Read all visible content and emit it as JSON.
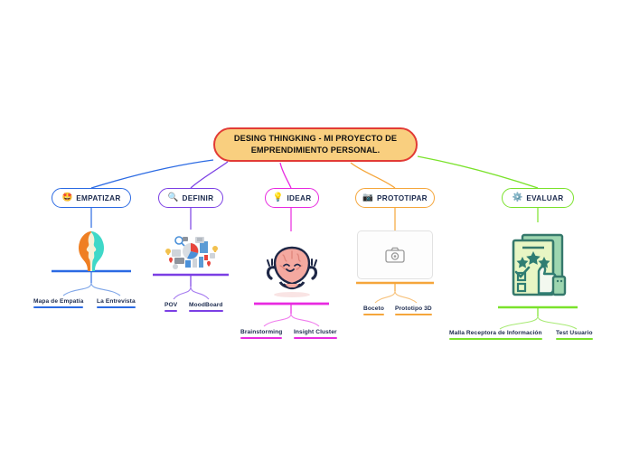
{
  "diagram": {
    "type": "mind-map",
    "background": "#ffffff",
    "root": {
      "label": "DESING THINGKING - MI PROYECTO DE EMPRENDIMIENTO PERSONAL.",
      "fill": "#f9cf7f",
      "border": "#e23b35",
      "text_color": "#101010"
    },
    "branches": [
      {
        "id": "empatizar",
        "label": "EMPATIZAR",
        "emoji": "🤩",
        "icon_name": "star-struck-emoji",
        "color": "#2b6ae3",
        "image_name": "empathy-two-faces-illustration",
        "leaves": [
          {
            "label": "Mapa de Empatía"
          },
          {
            "label": "La Entrevista"
          }
        ]
      },
      {
        "id": "definir",
        "label": "DEFINIR",
        "emoji": "🔍",
        "icon_name": "magnifier-emoji",
        "color": "#7b3fe4",
        "image_name": "data-analytics-collage-illustration",
        "leaves": [
          {
            "label": "POV"
          },
          {
            "label": "MoodBoard"
          }
        ]
      },
      {
        "id": "idear",
        "label": "IDEAR",
        "emoji": "💡",
        "icon_name": "lightbulb-emoji",
        "color": "#e82ae0",
        "image_name": "meditating-brain-illustration",
        "leaves": [
          {
            "label": "Brainstorming"
          },
          {
            "label": "Insight Cluster"
          }
        ]
      },
      {
        "id": "prototipar",
        "label": "PROTOTIPAR",
        "emoji": "📷",
        "icon_name": "camera-emoji",
        "color": "#f5a63b",
        "image_name": "broken-image-placeholder",
        "placeholder_icon": "camera-icon",
        "leaves": [
          {
            "label": "Boceto"
          },
          {
            "label": "Prototipo 3D"
          }
        ]
      },
      {
        "id": "evaluar",
        "label": "EVALUAR",
        "emoji": "⚙️",
        "icon_name": "gear-emoji",
        "color": "#7ae22b",
        "image_name": "evaluation-clipboard-thumbsup-illustration",
        "leaves": [
          {
            "label": "Malla Receptora de Información"
          },
          {
            "label": "Test Usuario"
          }
        ]
      }
    ]
  }
}
